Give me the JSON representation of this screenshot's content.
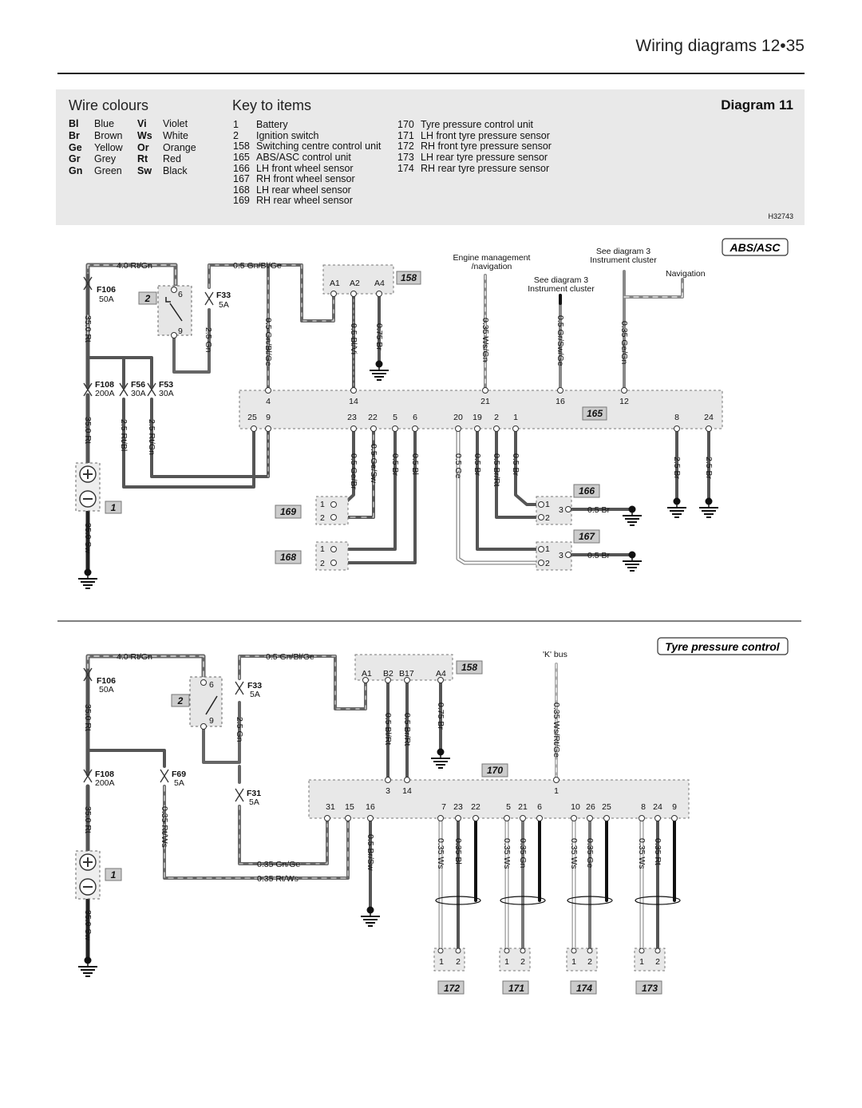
{
  "header": {
    "title": "Wiring diagrams  12•35"
  },
  "panel": {
    "colours_heading": "Wire colours",
    "key_heading": "Key to items",
    "diagram_label": "Diagram 11",
    "ref_code": "H32743",
    "colours": [
      {
        "c1": "Bl",
        "n1": "Blue",
        "c2": "Vi",
        "n2": "Violet"
      },
      {
        "c1": "Br",
        "n1": "Brown",
        "c2": "Ws",
        "n2": "White"
      },
      {
        "c1": "Ge",
        "n1": "Yellow",
        "c2": "Or",
        "n2": "Orange"
      },
      {
        "c1": "Gr",
        "n1": "Grey",
        "c2": "Rt",
        "n2": "Red"
      },
      {
        "c1": "Gn",
        "n1": "Green",
        "c2": "Sw",
        "n2": "Black"
      }
    ],
    "items_left": [
      {
        "num": "1",
        "name": "Battery"
      },
      {
        "num": "2",
        "name": "Ignition switch"
      },
      {
        "num": "158",
        "name": "Switching centre control unit"
      },
      {
        "num": "165",
        "name": "ABS/ASC control unit"
      },
      {
        "num": "166",
        "name": "LH front wheel sensor"
      },
      {
        "num": "167",
        "name": "RH front wheel sensor"
      },
      {
        "num": "168",
        "name": "LH rear wheel sensor"
      },
      {
        "num": "169",
        "name": "RH rear wheel sensor"
      }
    ],
    "items_right": [
      {
        "num": "170",
        "name": "Tyre pressure control unit"
      },
      {
        "num": "171",
        "name": "LH front tyre pressure sensor"
      },
      {
        "num": "172",
        "name": "RH front tyre pressure sensor"
      },
      {
        "num": "173",
        "name": "LH rear tyre pressure sensor"
      },
      {
        "num": "174",
        "name": "RH rear tyre pressure sensor"
      }
    ]
  },
  "abs": {
    "section_title": "ABS/ASC",
    "w_top_left": "4.0 Rt/Gn",
    "w_top_mid": "0.5 Gn/Bl/Ge",
    "f106": "F106",
    "f106_amp": "50A",
    "f33": "F33",
    "f33_amp": "5A",
    "f108": "F108",
    "f108_amp": "200A",
    "f56": "F56",
    "f56_amp": "30A",
    "f53": "F53",
    "f53_amp": "30A",
    "sw_label": "2",
    "sw_pin_a": "6",
    "sw_pin_b": "9",
    "battery_label": "1",
    "w_35rt_a": "35.0 Rt",
    "w_35rt_b": "35.0 Rt",
    "w_35sw": "35.0 Sw",
    "w_25gn": "2.5 Gn",
    "w_25rtbl": "2.5 Rt/Bl",
    "w_25rtgn": "2.5 Rt/Gn",
    "w_05gnblge": "0.5 Gn/Bl/Ge",
    "w_05blvi": "0.5 Bl/Vi",
    "w_075br": "0.75 Br",
    "w_035wsgn": "0.35 Ws/Gn",
    "w_05grswge": "0.5 Gr/Sw/Ge",
    "w_035gegn": "0.35 Ge/Gn",
    "u158": "158",
    "u158_a1": "A1",
    "u158_a2": "A2",
    "u158_a4": "A4",
    "u165": "165",
    "pins_top": [
      "4",
      "14",
      "21",
      "16",
      "12"
    ],
    "pins_bottom": [
      "25",
      "9",
      "23",
      "22",
      "5",
      "6",
      "20",
      "19",
      "2",
      "1",
      "8",
      "24"
    ],
    "note_engine": [
      "Engine management",
      "/navigation"
    ],
    "note_diag3_a": [
      "See diagram 3",
      "Instrument cluster"
    ],
    "note_diag3_b": [
      "See diagram 3",
      "Instrument cluster"
    ],
    "note_nav": "Navigation",
    "w_05gebr": "0.5 Ge/Br",
    "w_05gesw": "0.5 Ge/Sw",
    "w_05br_a": "0.5 Br",
    "w_05bl": "0.5 Bl",
    "w_05ge": "0.5 Ge",
    "w_05br_b": "0.5 Br",
    "w_05brrt": "0.5 Br/Rt",
    "w_05br_c": "0.5 Br",
    "w_25br_a": "2.5 Br",
    "w_25br_b": "2.5 Br",
    "s169": "169",
    "s168": "168",
    "s166": "166",
    "s167": "167",
    "w_166_gnd": "0.5 Br",
    "w_167_gnd": "0.5 Br",
    "sp1": "1",
    "sp2": "2",
    "sp3": "3"
  },
  "tpc": {
    "section_title": "Tyre pressure control",
    "w_top_left": "4.0 Rt/Gn",
    "w_top_mid": "0.5 Gn/Bl/Ge",
    "f106": "F106",
    "f106_amp": "50A",
    "f33": "F33",
    "f33_amp": "5A",
    "f108": "F108",
    "f108_amp": "200A",
    "f69": "F69",
    "f69_amp": "5A",
    "f31": "F31",
    "f31_amp": "5A",
    "sw_label": "2",
    "sw_pin_a": "6",
    "sw_pin_b": "9",
    "battery_label": "1",
    "w_35rt_a": "35.0 Rt",
    "w_35rt_b": "35.0 Rt",
    "w_35sw": "35.0 Sw",
    "w_25gn": "2.5 Gn",
    "w_035rtws": "0.35 Rt/Ws",
    "w_035gnge": "0.35 Gn/Ge",
    "w_035rtws_b": "0.35 Rt/Ws",
    "u158": "158",
    "u158_a1": "A1",
    "u158_b2": "B2",
    "u158_b17": "B17",
    "u158_a4": "A4",
    "w_05blrt": "0.5 Bl/Rt",
    "w_05brrt": "0.5 Br/Rt",
    "w_075br": "0.75 Br",
    "kbus": "'K' bus",
    "w_035wsrtge": "0.35 Ws/Rt/Ge",
    "u170": "170",
    "pins_top": [
      "3",
      "14",
      "1"
    ],
    "pins_bottom": [
      "31",
      "15",
      "16",
      "7",
      "23",
      "22",
      "5",
      "21",
      "6",
      "10",
      "26",
      "25",
      "8",
      "24",
      "9"
    ],
    "w_05brsw": "0.5 Br/Sw",
    "w_ws1": "0.35 Ws",
    "w_bl": "0.35 Bl",
    "w_ws2": "0.35 Ws",
    "w_gn": "0.35 Gn",
    "w_ws3": "0.35 Ws",
    "w_ge": "0.35 Ge",
    "w_ws4": "0.35 Ws",
    "w_rt": "0.35 Rt",
    "s172": "172",
    "s171": "171",
    "s174": "174",
    "s173": "173",
    "sp1": "1",
    "sp2": "2"
  }
}
